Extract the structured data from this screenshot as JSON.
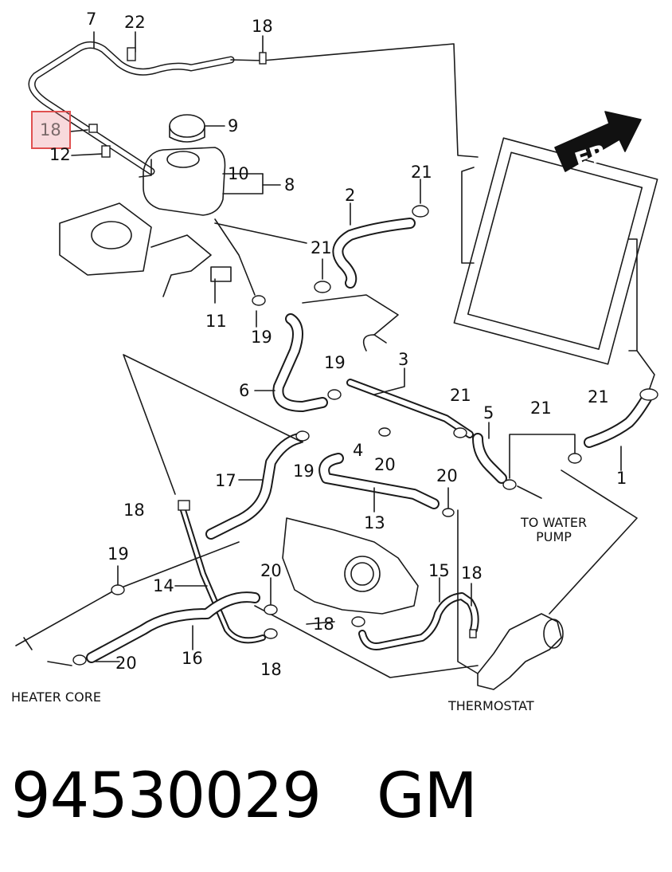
{
  "callouts": [
    "7",
    "22",
    "18",
    "18",
    "12",
    "9",
    "10",
    "8",
    "2",
    "21",
    "21",
    "11",
    "19",
    "19",
    "6",
    "3",
    "21",
    "5",
    "21",
    "21",
    "4",
    "20",
    "19",
    "17",
    "1",
    "18",
    "20",
    "13",
    "19",
    "14",
    "20",
    "15",
    "18",
    "18",
    "16",
    "20",
    "18"
  ],
  "captions": {
    "to_water_pump": "TO WATER\nPUMP",
    "heater_core": "HEATER CORE",
    "thermostat": "THERMOSTAT",
    "front_marker": "FR"
  },
  "footer": {
    "part_number": "94530029",
    "brand": "GM"
  },
  "colors": {
    "line": "#1a1a1a",
    "highlight_border": "#e05050",
    "highlight_fill": "#f2b8bf",
    "arrow_fill": "#111111"
  }
}
